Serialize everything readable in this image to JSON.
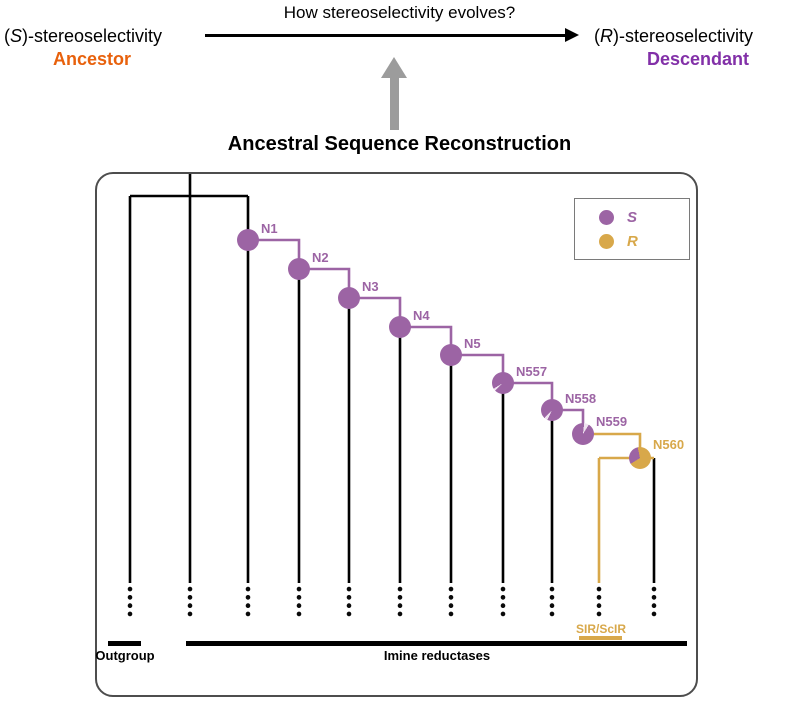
{
  "header": {
    "question": "How stereoselectivity evolves?",
    "left": {
      "pre": "(",
      "letter": "S",
      "post": ")-stereoselectivity",
      "role": "Ancestor"
    },
    "right": {
      "pre": "(",
      "letter": "R",
      "post": ")-stereoselectivity",
      "role": "Descendant"
    },
    "method": "Ancestral Sequence Reconstruction"
  },
  "legend": {
    "items": [
      {
        "label": "S",
        "color": "#9c64a4"
      },
      {
        "label": "R",
        "color": "#d8a84a"
      }
    ]
  },
  "tree": {
    "nodes": [
      {
        "label": "N1",
        "selectivity": "S",
        "s_fraction_est": 1.0
      },
      {
        "label": "N2",
        "selectivity": "S",
        "s_fraction_est": 1.0
      },
      {
        "label": "N3",
        "selectivity": "S",
        "s_fraction_est": 1.0
      },
      {
        "label": "N4",
        "selectivity": "S",
        "s_fraction_est": 1.0
      },
      {
        "label": "N5",
        "selectivity": "S",
        "s_fraction_est": 1.0
      },
      {
        "label": "N557",
        "selectivity": "S",
        "s_fraction_est": 0.96
      },
      {
        "label": "N558",
        "selectivity": "S",
        "s_fraction_est": 0.95
      },
      {
        "label": "N559",
        "selectivity": "S",
        "s_fraction_est": 0.93
      },
      {
        "label": "N560",
        "selectivity": "R",
        "s_fraction_est": 0.3
      }
    ],
    "outgroup_label": "Outgroup",
    "clade_label": "Imine reductases",
    "highlight_leaf_label": "SIR/ScIR"
  },
  "colors": {
    "s_purple": "#9c64a4",
    "r_gold": "#d8a84a",
    "ancestor_orange": "#e8610c",
    "descendant_purple": "#8230a8",
    "arrow_gray": "#9c9c9c",
    "branch_black": "#000000"
  }
}
